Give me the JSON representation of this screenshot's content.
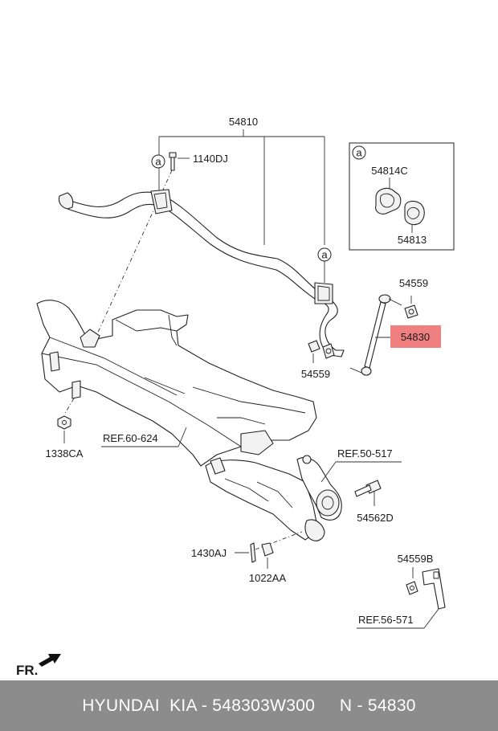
{
  "callouts": {
    "stabilizer_bar": "54810",
    "bolt_top": "1140DJ",
    "bushing_detail_marker": "a",
    "bushing": "54814C",
    "bracket": "54813",
    "nut_top": "54559",
    "link": "54830",
    "nut_left": "54559",
    "nut_crossmember": "1338CA",
    "bolt_knuckle": "54562D",
    "pin": "1430AJ",
    "castle_nut": "1022AA",
    "nut_bracket": "54559B"
  },
  "references": {
    "crossmember": "REF.60-624",
    "knuckle": "REF.50-517",
    "bracket": "REF.56-571"
  },
  "direction_label": "FR.",
  "highlight_color": "#f08080",
  "footer": {
    "text": "HYUNDAI  KIA - 548303W300     N - 54830",
    "background": "#8c8c8c"
  }
}
